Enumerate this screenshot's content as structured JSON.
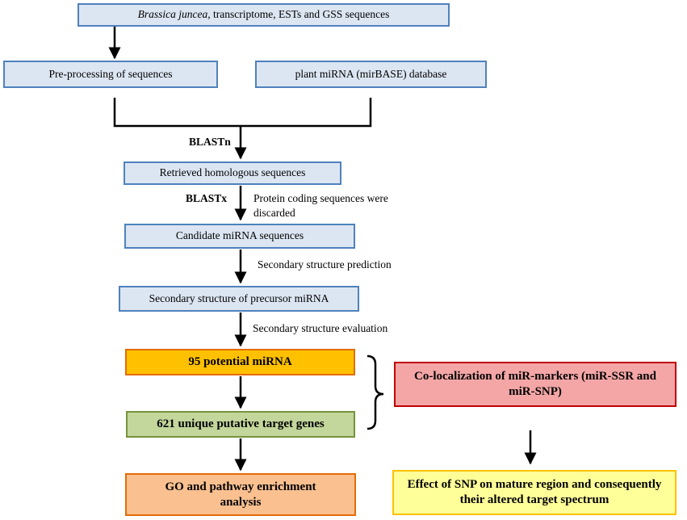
{
  "boxes": {
    "input_prefix": "Brassica juncea,",
    "input_rest": " transcriptome, ESTs and GSS sequences",
    "preprocessing": "Pre-processing of sequences",
    "mirbase": "plant miRNA (mirBASE) database",
    "retrieved": "Retrieved homologous sequences",
    "candidate": "Candidate miRNA sequences",
    "secondary_precursor": "Secondary structure of precursor miRNA",
    "potential": "95 potential miRNA",
    "target_genes": "621 unique putative target genes",
    "go_pathway": "GO and pathway enrichment analysis",
    "colocalization": "Co-localization of miR-markers (miR-SSR and miR-SNP)",
    "snp_effect": "Effect of SNP on mature region and consequently their altered target spectrum"
  },
  "labels": {
    "blastn": "BLASTn",
    "blastx": "BLASTx",
    "protein_discarded_1": "Protein coding sequences were",
    "protein_discarded_2": "discarded",
    "ss_prediction": "Secondary structure prediction",
    "ss_evaluation": "Secondary structure evaluation"
  },
  "colors": {
    "blue_fill": "#dce6f2",
    "blue_border": "#4f81bd",
    "potential_fill": "#ffc000",
    "potential_border": "#e36c09",
    "target_fill": "#c3d69b",
    "target_border": "#77933c",
    "go_fill": "#fac090",
    "go_border": "#e36c09",
    "coloc_fill": "#f4a6a6",
    "coloc_border": "#c00000",
    "snp_fill": "#ffff99",
    "snp_border": "#ffc000"
  }
}
